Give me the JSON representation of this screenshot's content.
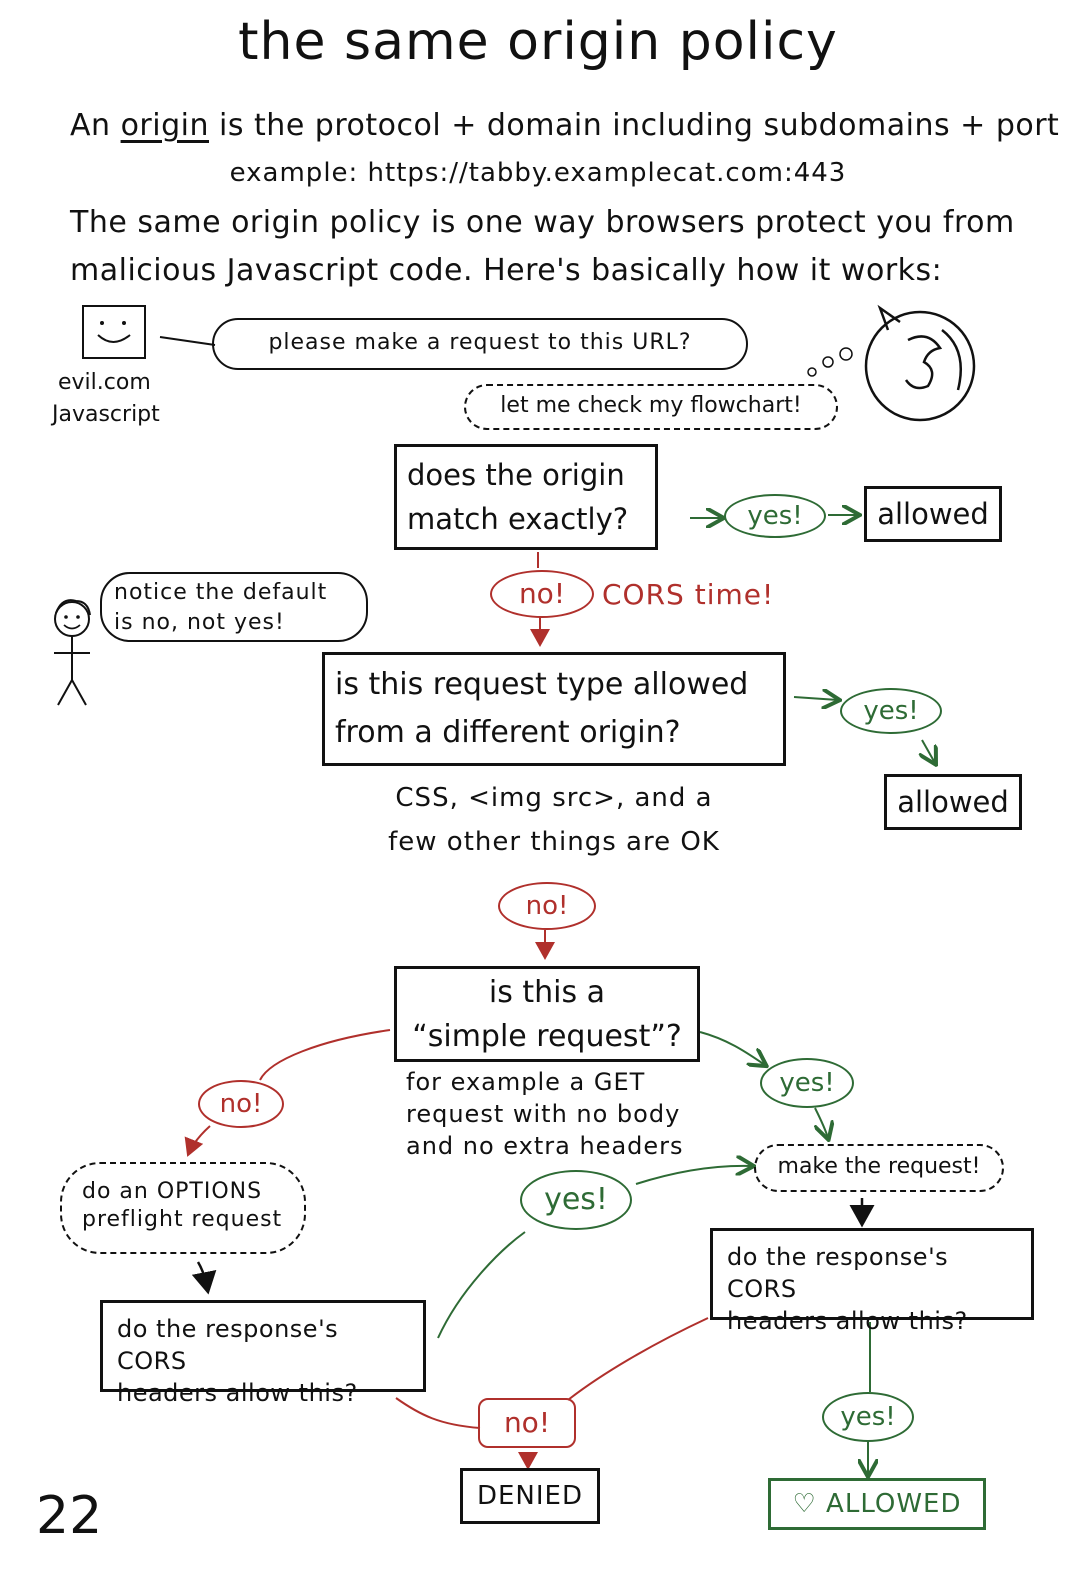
{
  "title": "the same origin policy",
  "intro": {
    "line1_a": "An ",
    "line1_origin": "origin",
    "line1_b": " is the protocol + domain including subdomains + port",
    "example": "example: https://tabby.examplecat.com:443",
    "line2": "The same origin policy is one way browsers protect you from",
    "line3": "malicious Javascript code. Here's basically how it works:"
  },
  "characters": {
    "evil_label_1": "evil.com",
    "evil_label_2": "Javascript",
    "evil_speech": "please make a request to this URL?",
    "browser_thought": "let me check my flowchart!",
    "stick_note": "notice the default is no, not yes!"
  },
  "flow": {
    "q1_a": "does the origin",
    "q1_b": "match ",
    "q1_exact": "exactly",
    "q1_c": "?",
    "yes": "yes!",
    "no": "no!",
    "allowed": "allowed",
    "cors_time": "CORS time!",
    "q2_a": "is this request type allowed",
    "q2_b": "from a different origin?",
    "q2_note_a": "CSS, <img src>, and a",
    "q2_note_b": "few other things are OK",
    "q3_a": "is this a",
    "q3_b": "“simple request”?",
    "q3_note_a": "for example a GET",
    "q3_note_b": "request with no body",
    "q3_note_c": "and no extra headers",
    "preflight_a": "do an OPTIONS",
    "preflight_b": "preflight request",
    "make_request": "make the request!",
    "cors_check_a": "do the response's CORS",
    "cors_check_b": "headers allow this?",
    "denied": "DENIED",
    "final_allowed": "♡ ALLOWED"
  },
  "page_number": "22",
  "colors": {
    "red": "#b0302c",
    "green": "#2e6b35",
    "ink": "#111111"
  },
  "icons": [
    "smiley-face-icon",
    "firefox-icon",
    "stick-figure-icon"
  ]
}
